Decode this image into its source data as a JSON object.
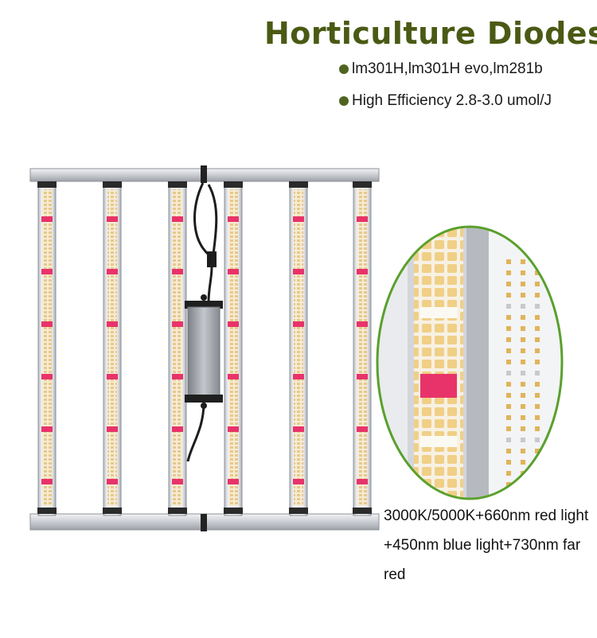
{
  "header": {
    "title": "Horticulture Diodes",
    "bullets": [
      "lm301H,lm301H evo,lm281b",
      "High Efficiency 2.8-3.0 umol/J"
    ]
  },
  "caption": {
    "text": "3000K/5000K+660nm red light +450nm blue light+730nm far red"
  },
  "colors": {
    "title": "#4a5a14",
    "bullet_dot": "#4f6420",
    "zoom_ring": "#5aa02c",
    "red_led": "#e8336a",
    "warm_led": "#f3d7a0",
    "white_led": "#fbfaf2"
  },
  "image": {
    "icon": "led-grow-light-fixture-icon",
    "zoom_icon": "diode-closeup-icon"
  }
}
